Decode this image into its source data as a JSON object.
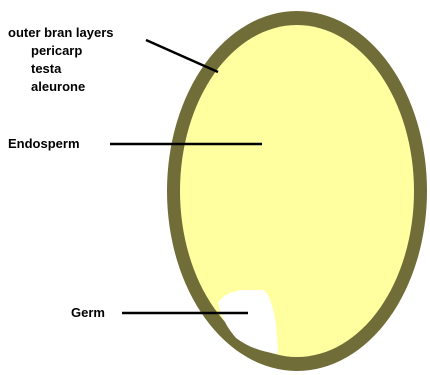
{
  "labels": {
    "outer_bran": "outer bran layers",
    "pericarp": "pericarp",
    "testa": "testa",
    "aleurone": "aleurone",
    "endosperm": "Endosperm",
    "germ": "Germ"
  },
  "colors": {
    "bran": "#706D38",
    "endosperm": "#FFFFA0",
    "germ": "#FFFFFF",
    "leader_line": "#000000"
  }
}
